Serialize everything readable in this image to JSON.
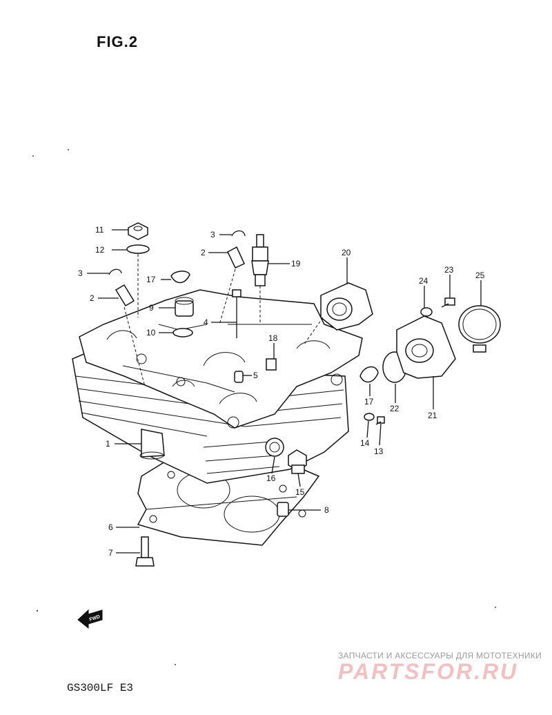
{
  "figure": {
    "title": "FIG.2",
    "model": "GS300LF E3"
  },
  "callouts": [
    "1",
    "2",
    "3",
    "4",
    "5",
    "6",
    "7",
    "8",
    "9",
    "10",
    "11",
    "12",
    "13",
    "14",
    "15",
    "16",
    "17",
    "18",
    "19",
    "20",
    "21",
    "22",
    "23",
    "24",
    "25",
    "2",
    "3",
    "17"
  ],
  "fwd_label": "FWD",
  "watermark": {
    "top_text": "ЗАПЧАСТИ И АКСЕССУАРЫ ДЛЯ МОТОТЕХНИКИ",
    "logo_text": "PARTSFOR.RU",
    "color": "#f2c0c0"
  }
}
